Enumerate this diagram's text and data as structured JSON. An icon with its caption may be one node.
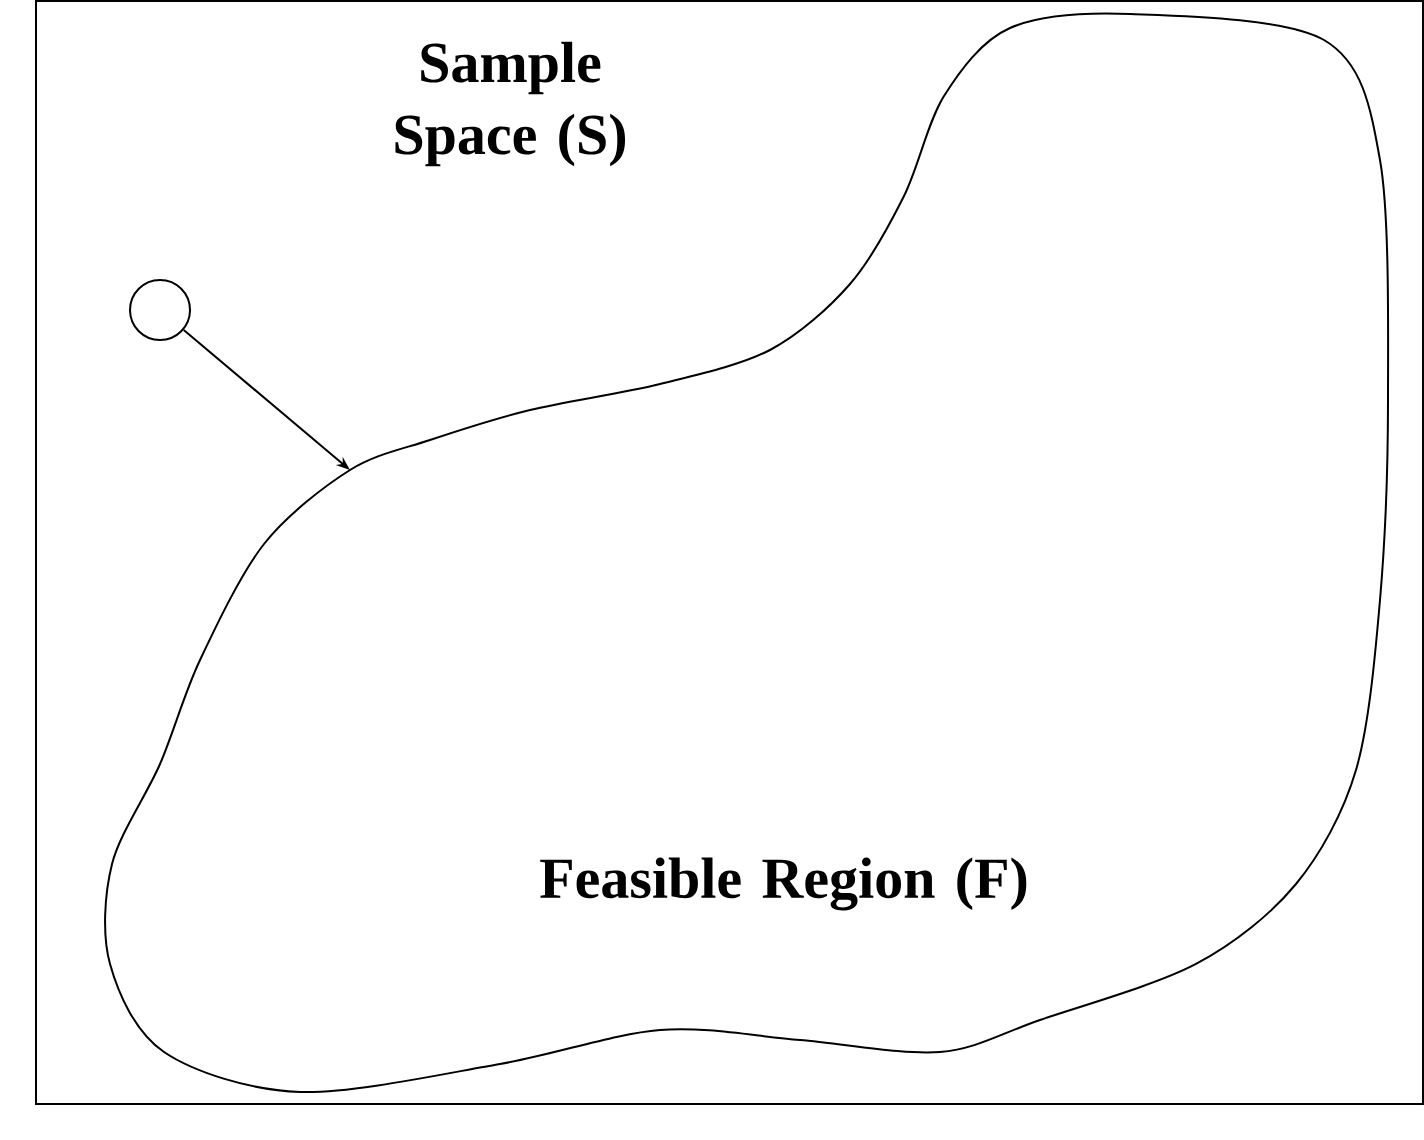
{
  "diagram": {
    "nodes": [
      {
        "text": [
          "Sample Space (S)"
        ]
      },
      {
        "text": [
          "Feasible Region (F)"
        ],
        "in": 0
      },
      {
        "text": [],
        "shape": "circle",
        "in": 0
      }
    ],
    "edges": [
      {
        "from": 2,
        "to": 1,
        "arrow": "to"
      }
    ]
  }
}
